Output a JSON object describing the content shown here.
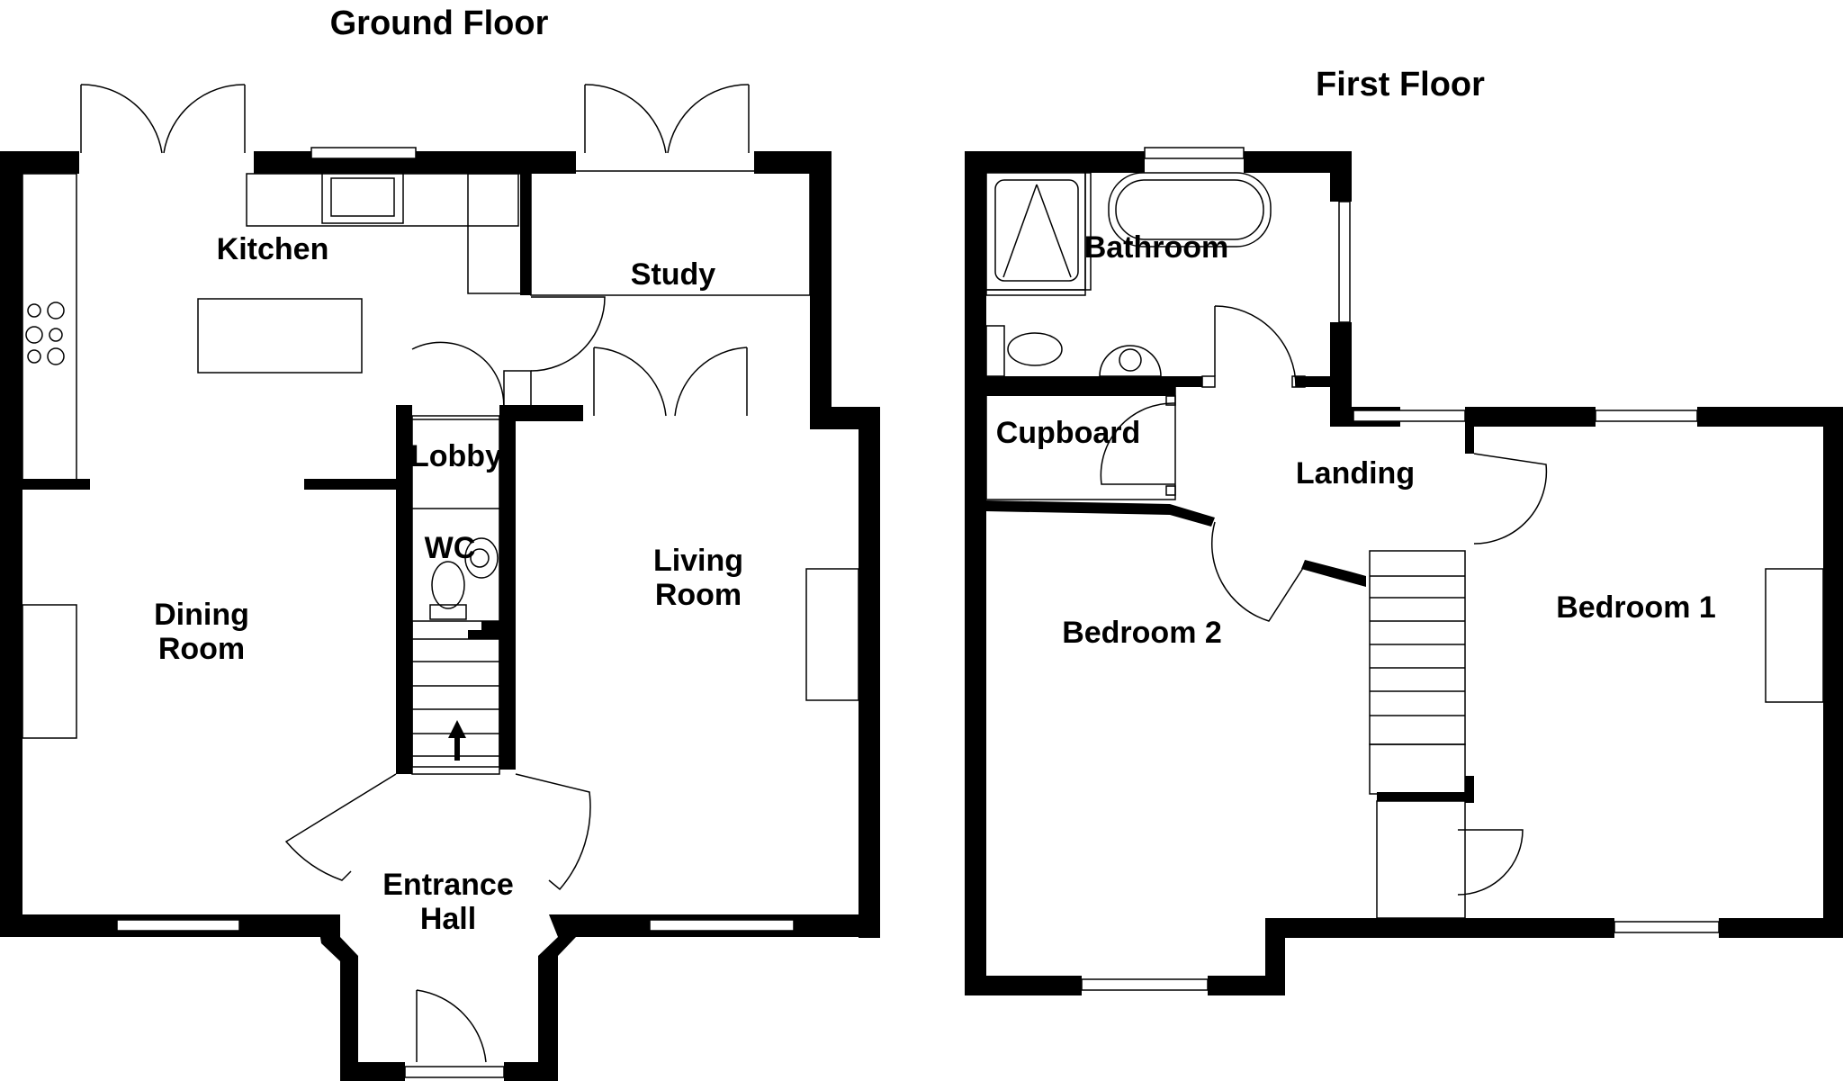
{
  "floors": [
    {
      "title": "Ground Floor",
      "rooms": [
        "Kitchen",
        "Study",
        "Lobby",
        "WC",
        "Dining",
        "Room",
        "Living",
        "Room",
        "Entrance",
        "Hall"
      ]
    },
    {
      "title": "First Floor",
      "rooms": [
        "Bathroom",
        "Cupboard",
        "Landing",
        "Bedroom 2",
        "Bedroom 1"
      ]
    }
  ]
}
